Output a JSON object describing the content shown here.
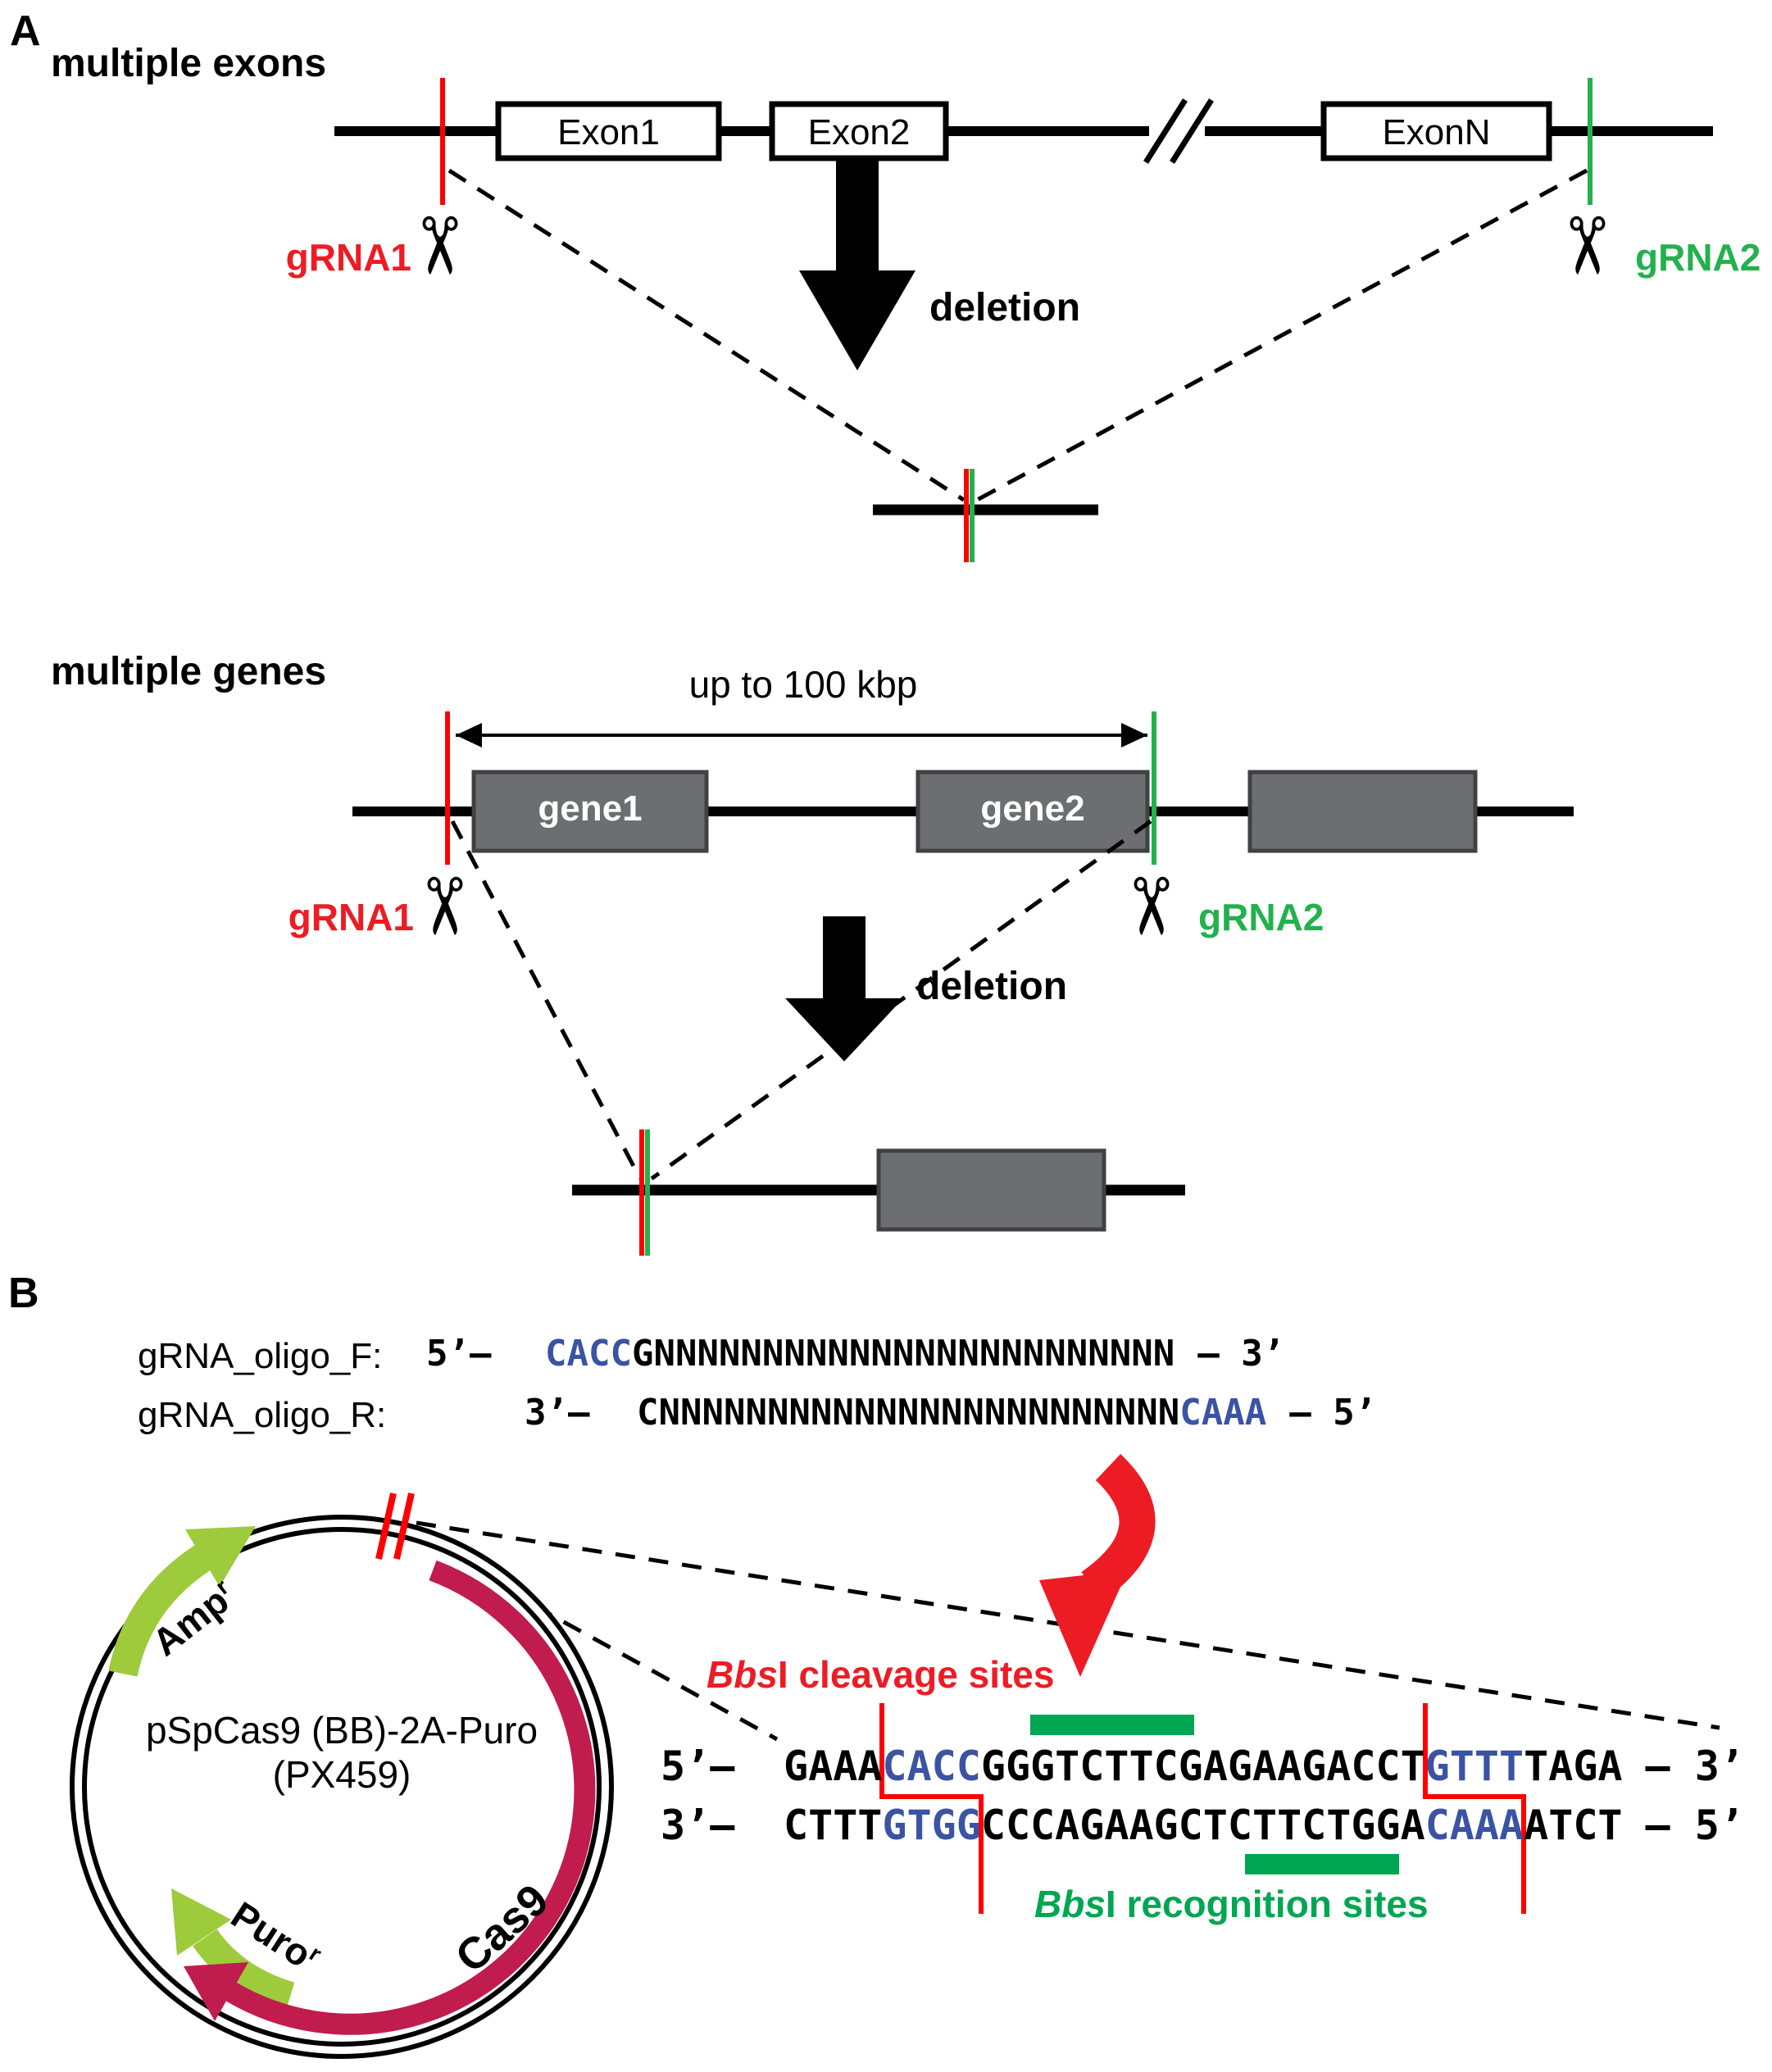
{
  "panelA": {
    "label": "A",
    "multiple_exons": {
      "title": "multiple exons",
      "exon1": "Exon1",
      "exon2": "Exon2",
      "exonN": "ExonN",
      "gRNA1": "gRNA1",
      "gRNA2": "gRNA2",
      "deletion": "deletion"
    },
    "multiple_genes": {
      "title": "multiple genes",
      "distance": "up to 100 kbp",
      "gene1": "gene1",
      "gene2": "gene2",
      "gRNA1": "gRNA1",
      "gRNA2": "gRNA2",
      "deletion": "deletion"
    }
  },
  "panelB": {
    "label": "B",
    "oligoF": {
      "name": "gRNA_oligo_F:",
      "prefix": "5’— ",
      "overhang": "CACC",
      "body": "GNNNNNNNNNNNNNNNNNNNNNNNN",
      "suffix": "— 3’"
    },
    "oligoR": {
      "name": "gRNA_oligo_R:",
      "prefix": "3’— ",
      "body": "CNNNNNNNNNNNNNNNNNNNNNNNN",
      "overhang": "CAAA",
      "suffix": "— 5’"
    },
    "plasmid": {
      "name_line1": "pSpCas9 (BB)-2A-Puro",
      "name_line2": "(PX459)",
      "amp": "Amp",
      "amp_sup": "r",
      "puro": "Puro",
      "puro_sup": "r",
      "cas9": "Cas9"
    },
    "cleavage_label": {
      "italic": "Bbs",
      "rest": "I cleavage sites"
    },
    "recognition_label": {
      "italic": "Bbs",
      "rest": "I recognition sites"
    },
    "duplex": {
      "top": {
        "prefix": "5’— ",
        "seg1": "GAAA",
        "seg2": "CACC",
        "seg3": "GGGTCTTCGAGAAGACCT",
        "seg4": "GTTT",
        "seg5": "TAGA",
        "suffix": "— 3’"
      },
      "bottom": {
        "prefix": "3’— ",
        "seg1": "CTTT",
        "seg2": "GTGG",
        "seg3": "CCCAGAAGCTCTTCTGGA",
        "seg4": "CAAA",
        "seg5": "ATCT",
        "suffix": "— 5’"
      }
    }
  },
  "colors": {
    "cut_red": "#FF0000",
    "label_red": "#ED1C24",
    "grna_green": "#23B14D",
    "bbsi_green": "#00A651",
    "sequence_blue": "#3A53A4",
    "cas9_crimson": "#C01C4D",
    "marker_light_green": "#9DCB3B",
    "gene_gray": "#6D6E71"
  }
}
